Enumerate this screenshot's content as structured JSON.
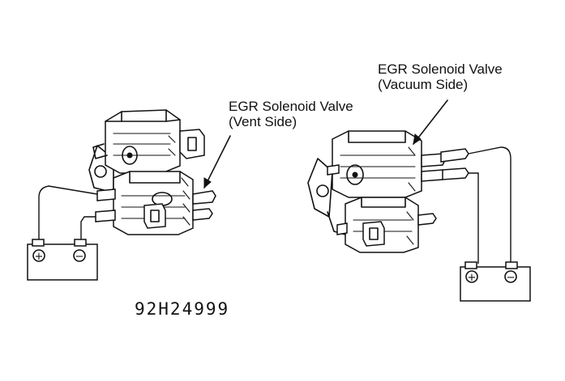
{
  "labels": {
    "vent_side": {
      "line1": "EGR Solenoid Valve",
      "line2": "(Vent Side)"
    },
    "vacuum_side": {
      "line1": "EGR Solenoid Valve",
      "line2": "(Vacuum Side)"
    },
    "figure_code": "92H24999"
  },
  "battery_terminals": {
    "positive": "+",
    "negative": "−"
  },
  "colors": {
    "ink": "#111111",
    "background": "#ffffff"
  }
}
